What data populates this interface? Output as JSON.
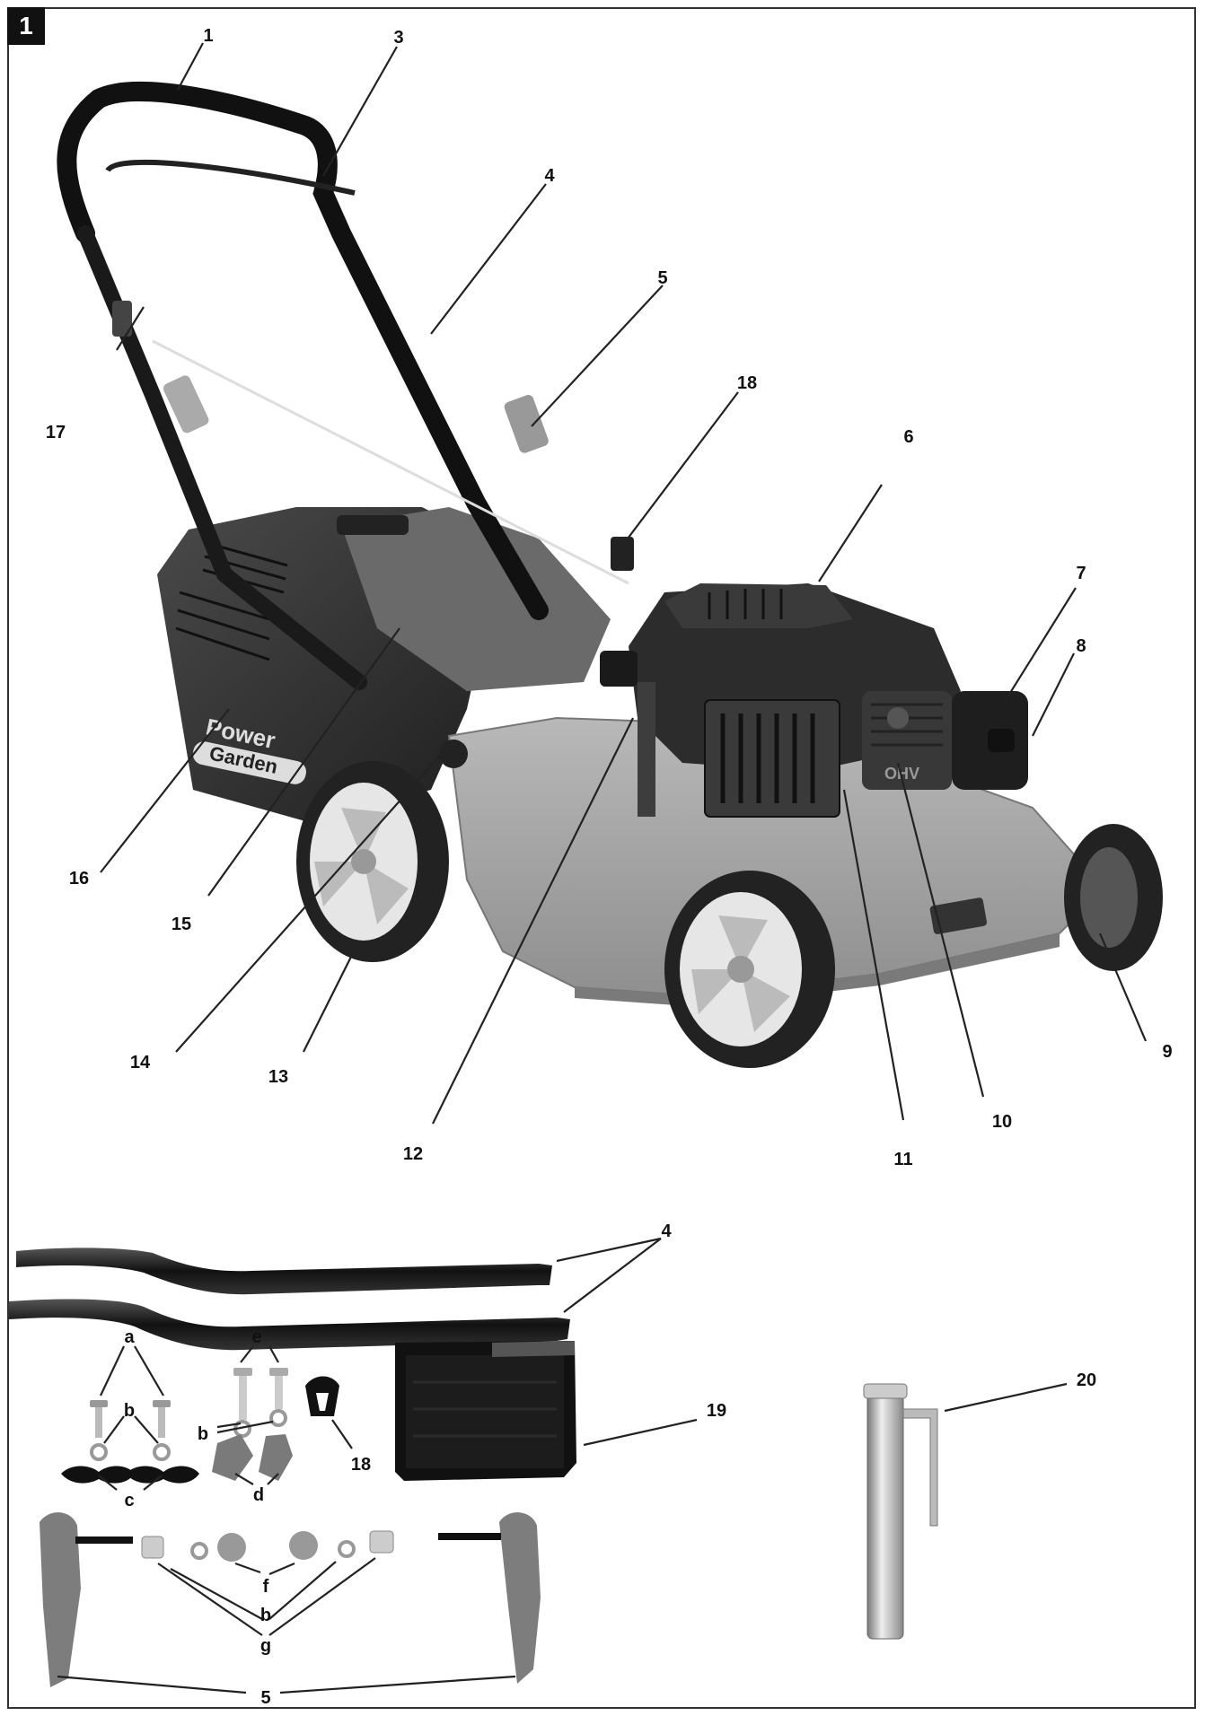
{
  "figure_number": "1",
  "brand": {
    "line1": "Power",
    "line2": "Garden"
  },
  "engine_mark": "OHV",
  "callouts": {
    "c1": "1",
    "c3": "3",
    "c4": "4",
    "c5": "5",
    "c18a": "18",
    "c6": "6",
    "c7": "7",
    "c8": "8",
    "c17": "17",
    "c16": "16",
    "c15": "15",
    "c14": "14",
    "c13": "13",
    "c12": "12",
    "c11": "11",
    "c10": "10",
    "c9": "9",
    "c4b": "4",
    "c19": "19",
    "c20": "20",
    "c18b": "18",
    "c5b": "5",
    "ca": "a",
    "cb1": "b",
    "cb2": "b",
    "cb3": "b",
    "cc": "c",
    "cd": "d",
    "ce": "e",
    "cf": "f",
    "cg": "g"
  },
  "colors": {
    "ink": "#111111",
    "deck": "#a8a8a8",
    "dark": "#2a2a2a",
    "light": "#d8d8d8"
  }
}
